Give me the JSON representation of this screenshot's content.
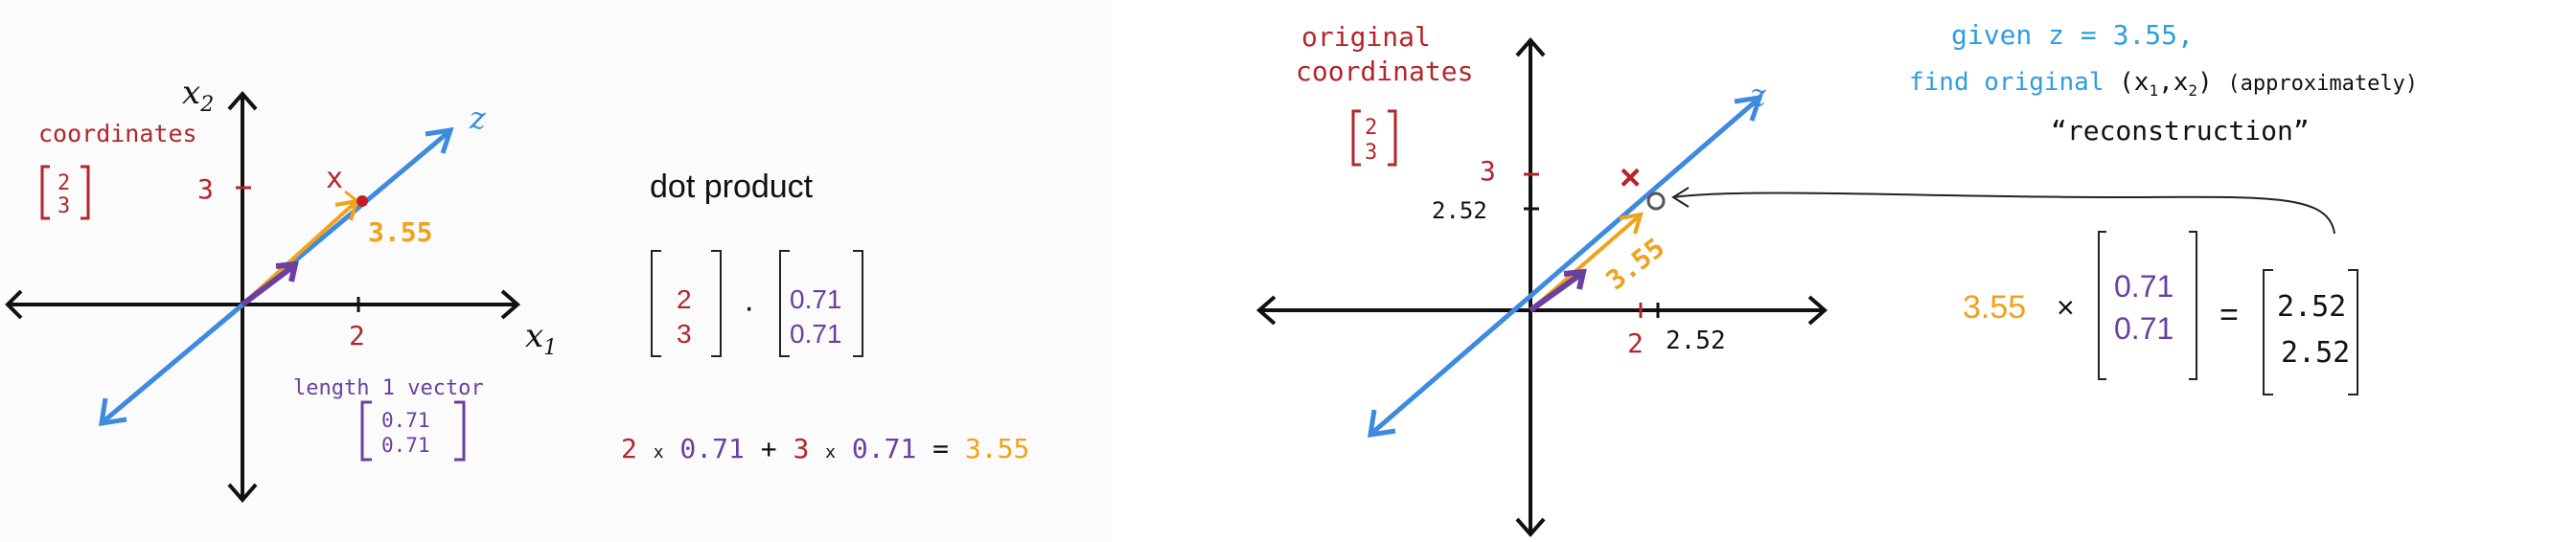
{
  "colors": {
    "red": "#b3262a",
    "blue": "#3d8ae0",
    "orange": "#f0a21c",
    "purple": "#6a3fa0",
    "black": "#111111",
    "sky": "#2d9ee0"
  },
  "left": {
    "axis_x1": "x",
    "axis_x1_sub": "1",
    "axis_x2": "x",
    "axis_x2_sub": "2",
    "z_label": "z",
    "coordinates_label": "coordinates",
    "coord_vector": [
      "2",
      "3"
    ],
    "tick_y": "3",
    "tick_x": "2",
    "point_marker": "x",
    "projection_value": "3.55",
    "unit_vector_label": "length 1 vector",
    "unit_vector": [
      "0.71",
      "0.71"
    ],
    "dot_product_title": "dot product",
    "dot_left": [
      "2",
      "3"
    ],
    "dot_right": [
      "0.71",
      "0.71"
    ],
    "dot_symbol": "·",
    "equation": {
      "a": "2",
      "times1": "x",
      "b": "0.71",
      "plus": "+",
      "c": "3",
      "times2": "x",
      "d": "0.71",
      "equals": "=",
      "result": "3.55"
    }
  },
  "right": {
    "original_label_line1": "original",
    "original_label_line2": "coordinates",
    "coord_vector": [
      "2",
      "3"
    ],
    "z_label": "z",
    "tick_y": "3",
    "tick_y2": "2.52",
    "tick_x": "2",
    "tick_x2": "2.52",
    "point_marker": "×",
    "projection_value": "3.55",
    "given_line": "given z = 3.55,",
    "find_line_a": "find original",
    "find_line_b": "(x",
    "find_sub1": "1",
    "find_comma": ",x",
    "find_sub2": "2",
    "find_close": ")",
    "find_line_c": "(approximately)",
    "reconstruction": "“reconstruction”",
    "eq_scalar": "3.55",
    "eq_times": "×",
    "eq_vector": [
      "0.71",
      "0.71"
    ],
    "eq_equals": "=",
    "eq_result": [
      "2.52",
      "2.52"
    ]
  }
}
